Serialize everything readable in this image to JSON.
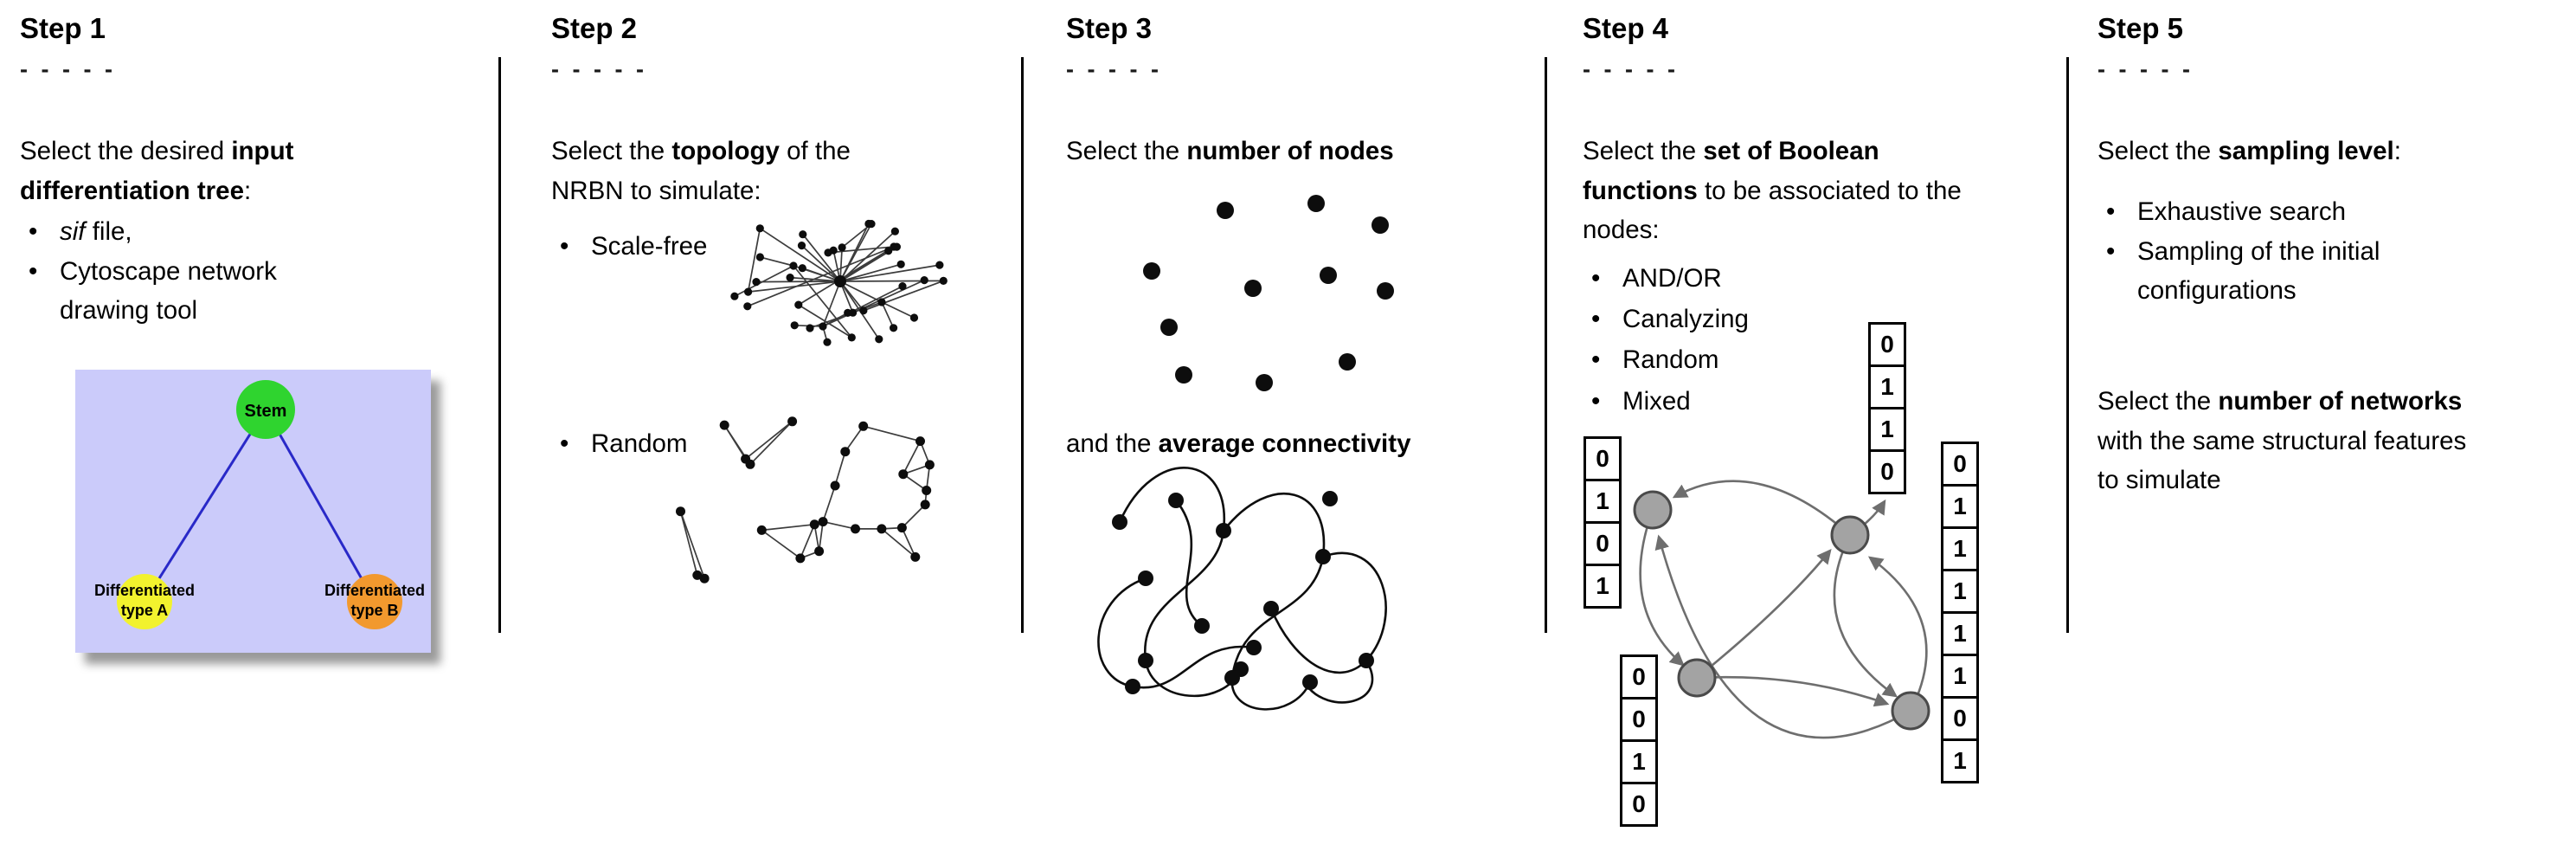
{
  "steps": [
    {
      "title": "Step 1",
      "dashes": "- - - - -",
      "intro_pre": "Select the desired ",
      "intro_bold": "input differentiation tree",
      "intro_post": ":",
      "bullet1_italic": "sif",
      "bullet1_rest": " file,",
      "bullet2": "Cytoscape network drawing tool",
      "tree": {
        "root_label": "Stem",
        "left_label_line1": "Differentiated",
        "left_label_line2": "type A",
        "right_label_line1": "Differentiated",
        "right_label_line2": "type B",
        "colors": {
          "background": "#CBCBFA",
          "root": "#2FD42F",
          "left": "#F2F22E",
          "right": "#F2992E",
          "edge": "#2929C8"
        }
      }
    },
    {
      "title": "Step 2",
      "dashes": "- - - - -",
      "intro_pre": "Select the ",
      "intro_bold": "topology",
      "intro_post": " of the NRBN to simulate:",
      "bullets": [
        "Scale-free",
        "Random"
      ]
    },
    {
      "title": "Step 3",
      "dashes": "- - - - -",
      "line1_pre": "Select the ",
      "line1_bold": "number of nodes",
      "line2_pre": "and the ",
      "line2_bold": "average connectivity"
    },
    {
      "title": "Step 4",
      "dashes": "- - - - -",
      "intro_pre": "Select the ",
      "intro_bold": "set of Boolean functions",
      "intro_post": " to be associated to the nodes:",
      "bullets": [
        "AND/OR",
        "Canalyzing",
        "Random",
        "Mixed"
      ],
      "truth_tables": {
        "top": [
          "0",
          "1",
          "1",
          "0"
        ],
        "left": [
          "0",
          "1",
          "0",
          "1"
        ],
        "bottom_left": [
          "0",
          "0",
          "1",
          "0"
        ],
        "right": [
          "0",
          "1",
          "1",
          "1",
          "1",
          "1",
          "0",
          "1"
        ]
      }
    },
    {
      "title": "Step 5",
      "dashes": "- - - - -",
      "intro_pre": "Select the ",
      "intro_bold": "sampling level",
      "intro_post": ":",
      "bullets": [
        "Exhaustive search",
        "Sampling of the initial configurations"
      ],
      "second_pre": "Select the ",
      "second_bold": "number of networks",
      "second_post": " with the same structural features to simulate"
    }
  ]
}
